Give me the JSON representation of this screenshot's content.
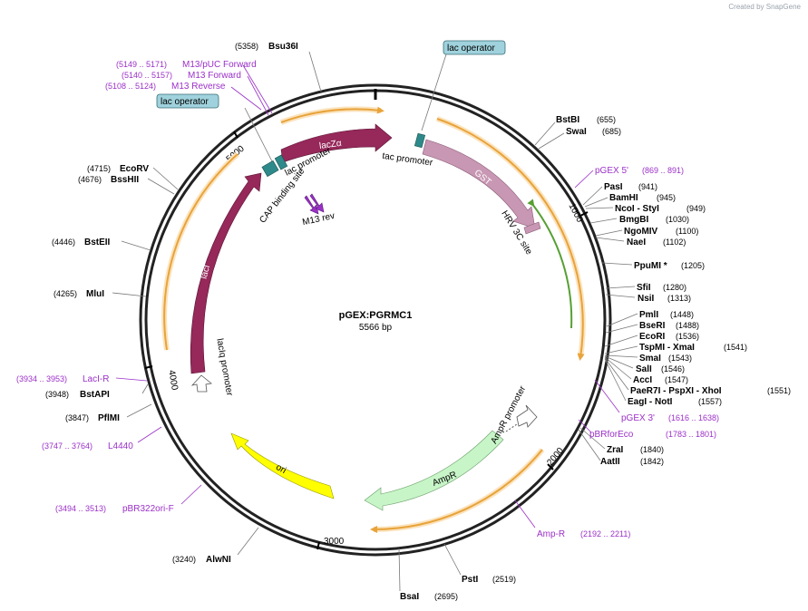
{
  "watermark": "Created by SnapGene",
  "plasmid": {
    "name": "pGEX:PGRMC1",
    "length": "5566 bp",
    "total_bp": 5566
  },
  "colors": {
    "backbone": "#222222",
    "lacZa": "#96285a",
    "lacI": "#96285a",
    "GST": "#c897b3",
    "AmpR": "#c8f5c8",
    "ori": "#ffff00",
    "lac_operator": "#9fd2dc",
    "orf_arrow": "#e8a33a",
    "orf_green": "#56a033",
    "primer": "#9b30c8",
    "teal_box": "#2e8a8a"
  },
  "ticks": [
    {
      "bp": 1000,
      "label": "1000"
    },
    {
      "bp": 2000,
      "label": "2000"
    },
    {
      "bp": 3000,
      "label": "3000"
    },
    {
      "bp": 4000,
      "label": "4000"
    },
    {
      "bp": 5000,
      "label": "5000"
    }
  ],
  "enzymes": [
    {
      "name": "Bsu36I",
      "pos": "(5358)",
      "bp": 5358
    },
    {
      "name": "BstBI",
      "pos": "(655)",
      "bp": 655
    },
    {
      "name": "SwaI",
      "pos": "(685)",
      "bp": 685
    },
    {
      "name": "PasI",
      "pos": "(941)",
      "bp": 941
    },
    {
      "name": "BamHI",
      "pos": "(945)",
      "bp": 945
    },
    {
      "name": "NcoI - StyI",
      "pos": "(949)",
      "bp": 949
    },
    {
      "name": "BmgBI",
      "pos": "(1030)",
      "bp": 1030
    },
    {
      "name": "NgoMIV",
      "pos": "(1100)",
      "bp": 1100
    },
    {
      "name": "NaeI",
      "pos": "(1102)",
      "bp": 1102
    },
    {
      "name": "PpuMI *",
      "pos": "(1205)",
      "bp": 1205
    },
    {
      "name": "SfiI",
      "pos": "(1280)",
      "bp": 1280
    },
    {
      "name": "NsiI",
      "pos": "(1313)",
      "bp": 1313
    },
    {
      "name": "PmlI",
      "pos": "(1448)",
      "bp": 1448
    },
    {
      "name": "BseRI",
      "pos": "(1488)",
      "bp": 1488
    },
    {
      "name": "EcoRI",
      "pos": "(1536)",
      "bp": 1536
    },
    {
      "name": "TspMI - XmaI",
      "pos": "(1541)",
      "bp": 1541
    },
    {
      "name": "SmaI",
      "pos": "(1543)",
      "bp": 1543
    },
    {
      "name": "SalI",
      "pos": "(1546)",
      "bp": 1546
    },
    {
      "name": "AccI",
      "pos": "(1547)",
      "bp": 1547
    },
    {
      "name": "PaeR7I - PspXI - XhoI",
      "pos": "(1551)",
      "bp": 1551
    },
    {
      "name": "EagI - NotI",
      "pos": "(1557)",
      "bp": 1557
    },
    {
      "name": "ZraI",
      "pos": "(1840)",
      "bp": 1840
    },
    {
      "name": "AatII",
      "pos": "(1842)",
      "bp": 1842
    },
    {
      "name": "PstI",
      "pos": "(2519)",
      "bp": 2519
    },
    {
      "name": "BsaI",
      "pos": "(2695)",
      "bp": 2695
    },
    {
      "name": "AlwNI",
      "pos": "(3240)",
      "bp": 3240
    },
    {
      "name": "PflMI",
      "pos": "(3847)",
      "bp": 3847
    },
    {
      "name": "BstAPI",
      "pos": "(3948)",
      "bp": 3948
    },
    {
      "name": "MluI",
      "pos": "(4265)",
      "bp": 4265
    },
    {
      "name": "BstEII",
      "pos": "(4446)",
      "bp": 4446
    },
    {
      "name": "BssHII",
      "pos": "(4676)",
      "bp": 4676
    },
    {
      "name": "EcoRV",
      "pos": "(4715)",
      "bp": 4715
    }
  ],
  "primers": [
    {
      "name": "M13/pUC Forward",
      "pos": "(5149 .. 5171)"
    },
    {
      "name": "M13 Forward",
      "pos": "(5140 .. 5157)"
    },
    {
      "name": "M13 Reverse",
      "pos": "(5108 .. 5124)"
    },
    {
      "name": "pGEX 5'",
      "pos": "(869 .. 891)"
    },
    {
      "name": "pGEX 3'",
      "pos": "(1616 .. 1638)"
    },
    {
      "name": "pBRforEco",
      "pos": "(1783 .. 1801)"
    },
    {
      "name": "Amp-R",
      "pos": "(2192 .. 2211)"
    },
    {
      "name": "pBR322ori-F",
      "pos": "(3494 .. 3513)"
    },
    {
      "name": "L4440",
      "pos": "(3747 .. 3764)"
    },
    {
      "name": "LacI-R",
      "pos": "(3934 .. 3953)"
    }
  ],
  "features": {
    "lacZa": "lacZα",
    "GST": "GST",
    "AmpR": "AmpR",
    "ori": "ori",
    "lacI": "lacI",
    "lac_operator_1": "lac operator",
    "lac_operator_2": "lac operator",
    "tac_promoter": "tac promoter",
    "lac_promoter": "lac promoter",
    "CAP_binding_site": "CAP binding site",
    "M13_rev": "M13 rev",
    "HRV_3C_site": "HRV 3C site",
    "AmpR_promoter": "AmpR promoter",
    "lacIq_promoter": "lacIq promoter"
  }
}
